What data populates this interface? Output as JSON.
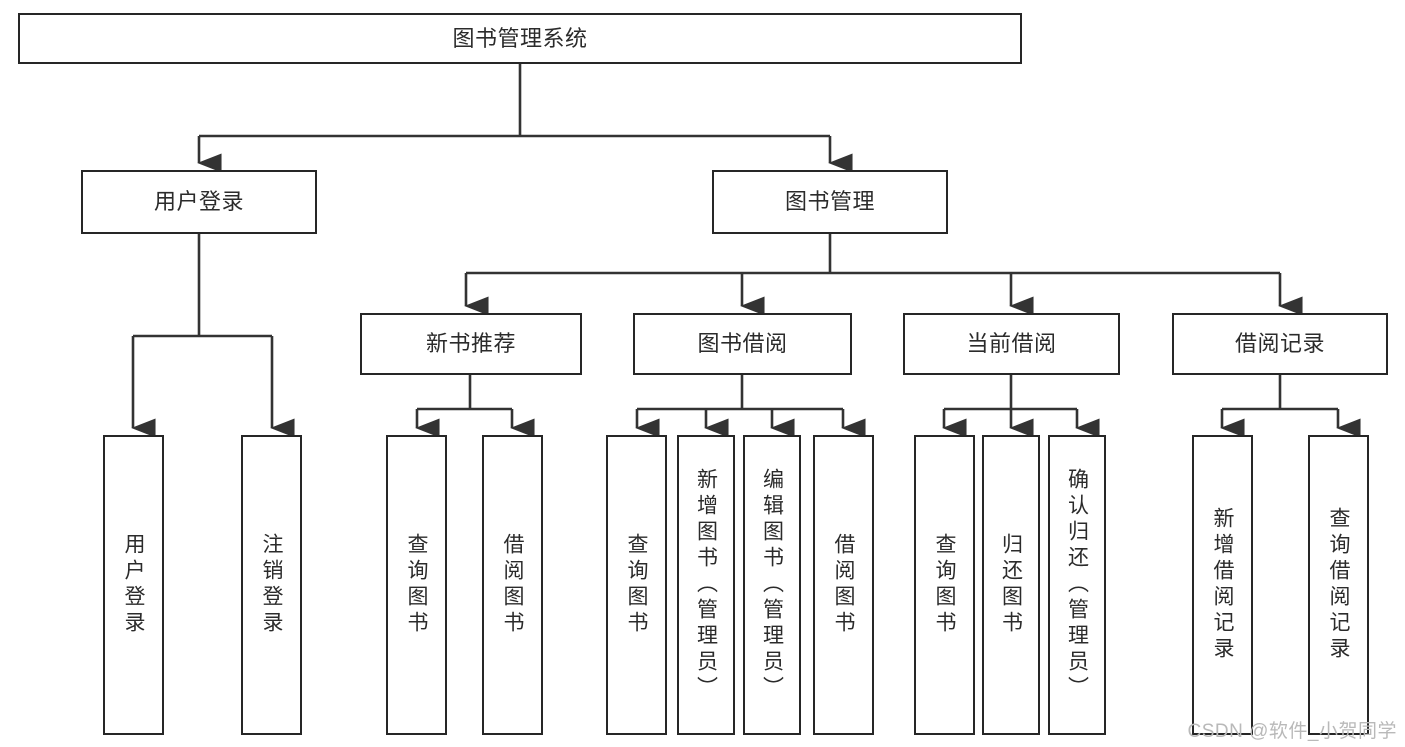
{
  "diagram": {
    "title": "图书管理系统",
    "type": "tree-hierarchy-diagram",
    "colors": {
      "background": "#ffffff",
      "box_border": "#262626",
      "box_fill": "#ffffff",
      "text": "#2b2b2b",
      "connector": "#333333",
      "watermark": "#b9b9b9"
    },
    "nodes": {
      "root": {
        "label": "图书管理系统"
      },
      "level2": [
        {
          "id": "user-login",
          "label": "用户登录"
        },
        {
          "id": "book-manage",
          "label": "图书管理"
        }
      ],
      "level3": [
        {
          "id": "new-book-recommend",
          "label": "新书推荐"
        },
        {
          "id": "book-borrow",
          "label": "图书借阅"
        },
        {
          "id": "current-borrow",
          "label": "当前借阅"
        },
        {
          "id": "borrow-record",
          "label": "借阅记录"
        }
      ],
      "leaves": [
        {
          "id": "leaf-user-login",
          "label": "用户登录",
          "parent": "user-login"
        },
        {
          "id": "leaf-user-logout",
          "label": "注销登录",
          "parent": "user-login"
        },
        {
          "id": "leaf-query-book-1",
          "label": "查询图书",
          "parent": "new-book-recommend"
        },
        {
          "id": "leaf-borrow-book-1",
          "label": "借阅图书",
          "parent": "new-book-recommend"
        },
        {
          "id": "leaf-query-book-2",
          "label": "查询图书",
          "parent": "book-borrow"
        },
        {
          "id": "leaf-add-book",
          "label": "新增图书（管理员）",
          "parent": "book-borrow"
        },
        {
          "id": "leaf-edit-book",
          "label": "编辑图书（管理员）",
          "parent": "book-borrow"
        },
        {
          "id": "leaf-borrow-book-2",
          "label": "借阅图书",
          "parent": "book-borrow"
        },
        {
          "id": "leaf-query-book-3",
          "label": "查询图书",
          "parent": "current-borrow"
        },
        {
          "id": "leaf-return-book",
          "label": "归还图书",
          "parent": "current-borrow"
        },
        {
          "id": "leaf-confirm-return",
          "label": "确认归还（管理员）",
          "parent": "current-borrow"
        },
        {
          "id": "leaf-add-record",
          "label": "新增借阅记录",
          "parent": "borrow-record"
        },
        {
          "id": "leaf-query-record",
          "label": "查询借阅记录",
          "parent": "borrow-record"
        }
      ]
    },
    "watermark": "CSDN @软件_小贺同学"
  }
}
